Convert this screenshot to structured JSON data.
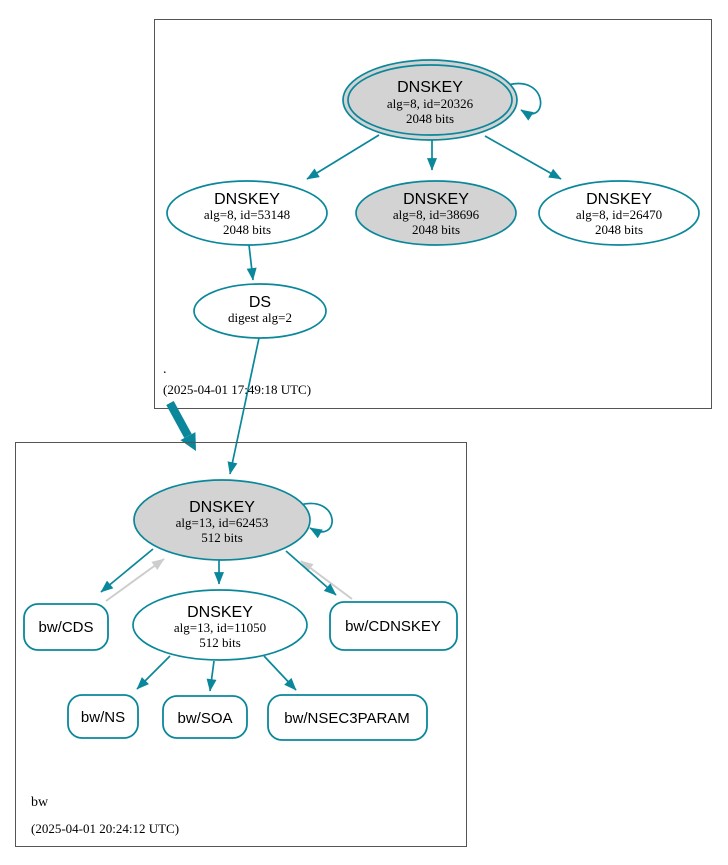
{
  "diagram_type": "dnssec-authentication-chain",
  "colors": {
    "secure_teal": "#0a879a",
    "gray_edge": "#cdcdcd",
    "key_fill": "#d3d3d3",
    "node_fill": "#ffffff",
    "cluster_border": "#555555"
  },
  "root_zone": {
    "label": ".",
    "timestamp": "(2025-04-01 17:49:18 UTC)",
    "ksk": {
      "title": "DNSKEY",
      "detail": "alg=8, id=20326",
      "bits": "2048 bits"
    },
    "zsk1": {
      "title": "DNSKEY",
      "detail": "alg=8, id=53148",
      "bits": "2048 bits"
    },
    "zsk2": {
      "title": "DNSKEY",
      "detail": "alg=8, id=38696",
      "bits": "2048 bits"
    },
    "zsk3": {
      "title": "DNSKEY",
      "detail": "alg=8, id=26470",
      "bits": "2048 bits"
    },
    "ds": {
      "title": "DS",
      "detail": "digest alg=2"
    }
  },
  "bw_zone": {
    "label": "bw",
    "timestamp": "(2025-04-01 20:24:12 UTC)",
    "ksk": {
      "title": "DNSKEY",
      "detail": "alg=13, id=62453",
      "bits": "512 bits"
    },
    "zsk": {
      "title": "DNSKEY",
      "detail": "alg=13, id=11050",
      "bits": "512 bits"
    },
    "rrsets": {
      "cds": "bw/CDS",
      "cdnskey": "bw/CDNSKEY",
      "ns": "bw/NS",
      "soa": "bw/SOA",
      "nsec3param": "bw/NSEC3PARAM"
    }
  },
  "edges": [
    {
      "from": "root-ksk-20326",
      "to": "root-ksk-20326",
      "kind": "self-signature",
      "color": "teal"
    },
    {
      "from": "root-ksk-20326",
      "to": "root-zsk-53148",
      "kind": "signature",
      "color": "teal"
    },
    {
      "from": "root-ksk-20326",
      "to": "root-zsk-38696",
      "kind": "signature",
      "color": "teal"
    },
    {
      "from": "root-ksk-20326",
      "to": "root-zsk-26470",
      "kind": "signature",
      "color": "teal"
    },
    {
      "from": "root-zsk-53148",
      "to": "root-ds",
      "kind": "signature",
      "color": "teal"
    },
    {
      "from": "root-ds",
      "to": "bw-ksk-62453",
      "kind": "digest",
      "color": "teal"
    },
    {
      "from": "root-zone",
      "to": "bw-zone",
      "kind": "delegation",
      "color": "teal",
      "style": "thick"
    },
    {
      "from": "bw-ksk-62453",
      "to": "bw-ksk-62453",
      "kind": "self-signature",
      "color": "teal"
    },
    {
      "from": "bw-ksk-62453",
      "to": "bw-rrset-cds",
      "kind": "signature",
      "color": "teal"
    },
    {
      "from": "bw-rrset-cds",
      "to": "bw-ksk-62453",
      "kind": "reference",
      "color": "gray"
    },
    {
      "from": "bw-ksk-62453",
      "to": "bw-zsk-11050",
      "kind": "signature",
      "color": "teal"
    },
    {
      "from": "bw-ksk-62453",
      "to": "bw-rrset-cdnskey",
      "kind": "signature",
      "color": "teal"
    },
    {
      "from": "bw-rrset-cdnskey",
      "to": "bw-ksk-62453",
      "kind": "reference",
      "color": "gray"
    },
    {
      "from": "bw-zsk-11050",
      "to": "bw-rrset-ns",
      "kind": "signature",
      "color": "teal"
    },
    {
      "from": "bw-zsk-11050",
      "to": "bw-rrset-soa",
      "kind": "signature",
      "color": "teal"
    },
    {
      "from": "bw-zsk-11050",
      "to": "bw-rrset-nsec3param",
      "kind": "signature",
      "color": "teal"
    }
  ]
}
